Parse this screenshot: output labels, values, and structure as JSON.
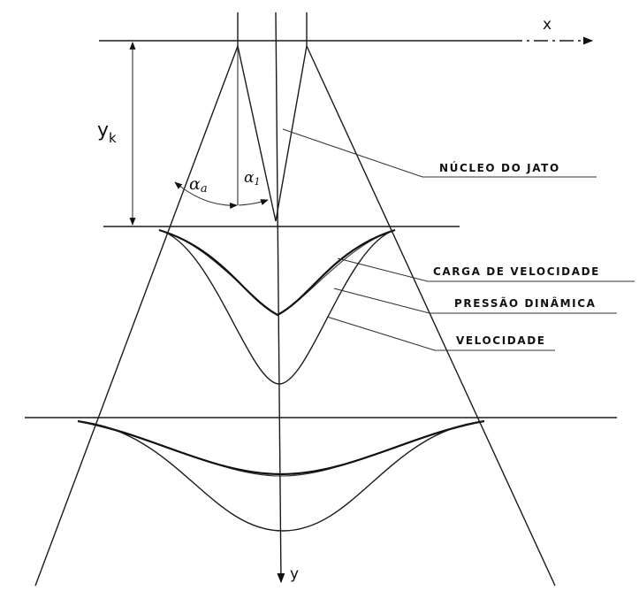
{
  "axes": {
    "x_label": "x",
    "y_label": "y",
    "yk_label": "y",
    "yk_subscript": "k"
  },
  "angles": {
    "alpha_a": "α",
    "alpha_a_sub": "a",
    "alpha_1": "α",
    "alpha_1_sub": "1"
  },
  "callouts": [
    {
      "text": "NÚCLEO DO JATO"
    },
    {
      "text": "CARGA DE VELOCIDADE"
    },
    {
      "text": "PRESSÃO DINÂMICA"
    },
    {
      "text": "VELOCIDADE"
    }
  ]
}
